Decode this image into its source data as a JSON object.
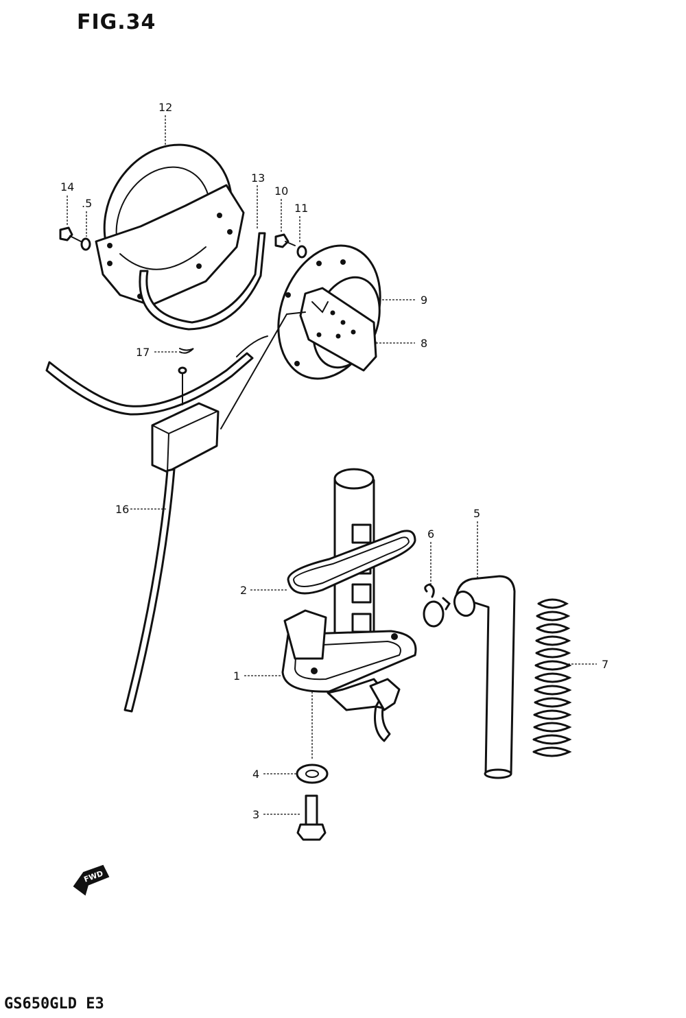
{
  "figure": {
    "title": "FIG.34"
  },
  "model": {
    "code": "GS650GLD E3"
  },
  "direction_badge": {
    "text": "FWD",
    "icon": "forward-arrow-icon"
  },
  "callouts": {
    "c1": "1",
    "c2": "2",
    "c3": "3",
    "c4": "4",
    "c5": "5",
    "c5b": ".5",
    "c6": "6",
    "c7": "7",
    "c8": "8",
    "c9": "9",
    "c10": "10",
    "c11": "11",
    "c12": "12",
    "c13": "13",
    "c14": "14",
    "c16": "16",
    "c17": "17"
  },
  "colors": {
    "ink": "#111111",
    "paper": "#ffffff"
  }
}
